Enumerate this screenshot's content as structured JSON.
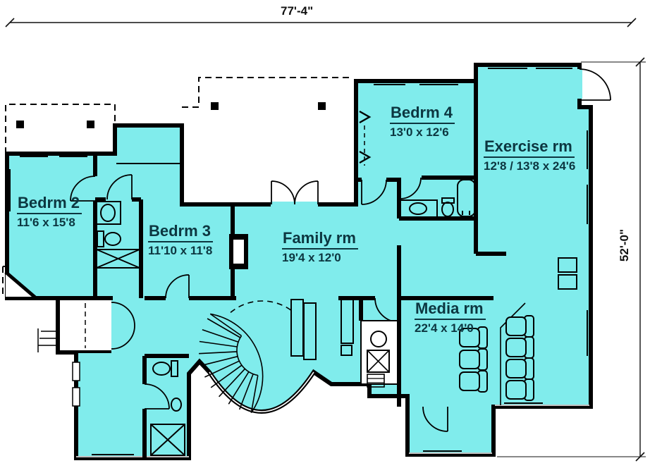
{
  "plan": {
    "dim_top": "77'-4\"",
    "dim_right": "52'-0\"",
    "rooms": [
      {
        "id": "bedrm2",
        "name": "Bedrm 2",
        "size": "11'6 x 15'8"
      },
      {
        "id": "bedrm3",
        "name": "Bedrm 3",
        "size": "11'10 x 11'8"
      },
      {
        "id": "bedrm4",
        "name": "Bedrm 4",
        "size": "13'0 x 12'6"
      },
      {
        "id": "exercise",
        "name": "Exercise rm",
        "size": "12'8 / 13'8 x 24'6"
      },
      {
        "id": "family",
        "name": "Family rm",
        "size": "19'4 x 12'0"
      },
      {
        "id": "media",
        "name": "Media rm",
        "size": "22'4 x 14'0"
      }
    ],
    "fixtures": [
      "staircase",
      "bathtub",
      "toilet",
      "sink",
      "shower",
      "theater-seats",
      "water-heater",
      "furnace",
      "fireplace",
      "deck-posts",
      "french-doors",
      "entry-door"
    ],
    "colors": {
      "room_fill": "#80ECEC",
      "wall": "#000000",
      "label_text": "#0c3640"
    }
  }
}
